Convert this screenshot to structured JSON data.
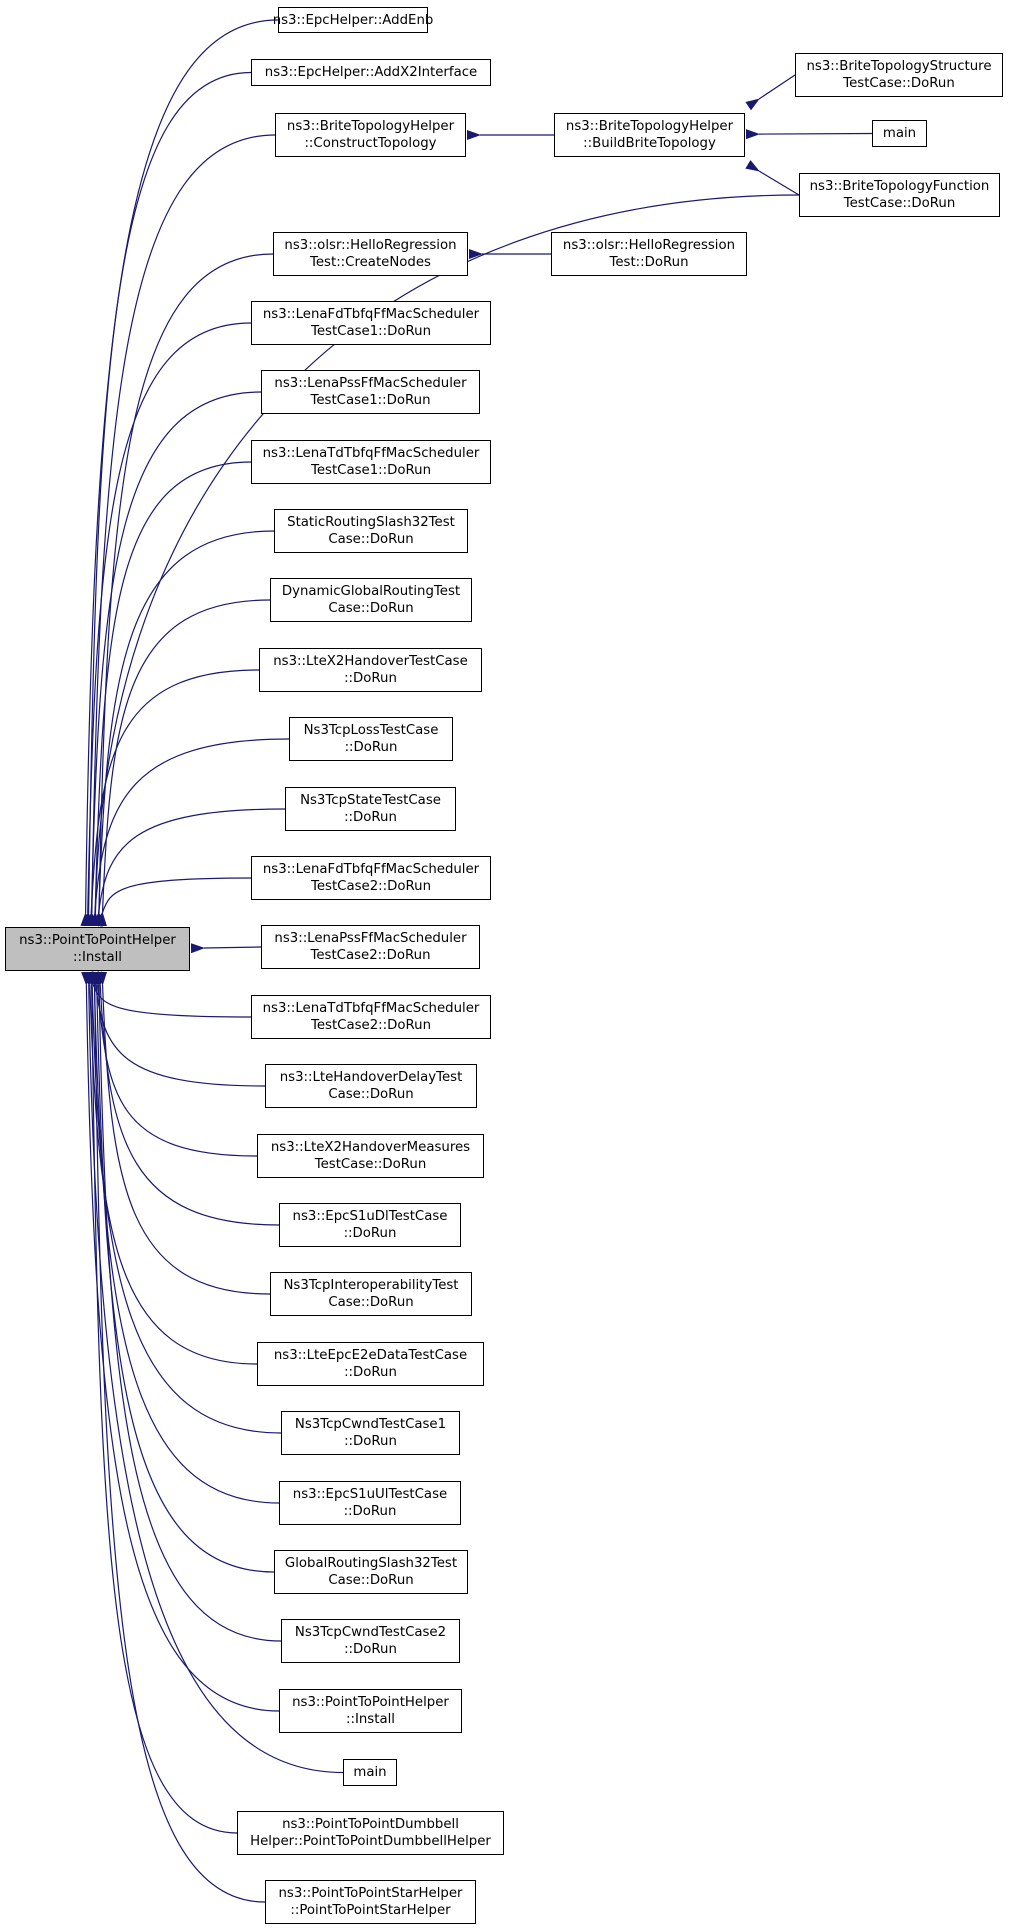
{
  "colors": {
    "edge": "#191970",
    "node_border": "#000000",
    "focus_fill": "#bfbfbf",
    "node_fill": "#ffffff"
  },
  "nodes": {
    "root": {
      "lines": [
        "ns3::PointToPointHelper",
        "::Install"
      ],
      "focus": true
    },
    "n1": {
      "lines": [
        "ns3::EpcHelper::AddEnb"
      ]
    },
    "n2": {
      "lines": [
        "ns3::EpcHelper::AddX2Interface"
      ]
    },
    "n3": {
      "lines": [
        "ns3::BriteTopologyHelper",
        "::ConstructTopology"
      ]
    },
    "n3a": {
      "lines": [
        "ns3::BriteTopologyHelper",
        "::BuildBriteTopology"
      ]
    },
    "n3b": {
      "lines": [
        "ns3::BriteTopologyStructure",
        "TestCase::DoRun"
      ]
    },
    "n3c": {
      "lines": [
        "main"
      ]
    },
    "n3d": {
      "lines": [
        "ns3::BriteTopologyFunction",
        "TestCase::DoRun"
      ]
    },
    "n4": {
      "lines": [
        "ns3::olsr::HelloRegression",
        "Test::CreateNodes"
      ]
    },
    "n4a": {
      "lines": [
        "ns3::olsr::HelloRegression",
        "Test::DoRun"
      ]
    },
    "n5": {
      "lines": [
        "ns3::LenaFdTbfqFfMacScheduler",
        "TestCase1::DoRun"
      ]
    },
    "n6": {
      "lines": [
        "ns3::LenaPssFfMacScheduler",
        "TestCase1::DoRun"
      ]
    },
    "n7": {
      "lines": [
        "ns3::LenaTdTbfqFfMacScheduler",
        "TestCase1::DoRun"
      ]
    },
    "n8": {
      "lines": [
        "StaticRoutingSlash32Test",
        "Case::DoRun"
      ]
    },
    "n9": {
      "lines": [
        "DynamicGlobalRoutingTest",
        "Case::DoRun"
      ]
    },
    "n10": {
      "lines": [
        "ns3::LteX2HandoverTestCase",
        "::DoRun"
      ]
    },
    "n11": {
      "lines": [
        "Ns3TcpLossTestCase",
        "::DoRun"
      ]
    },
    "n12": {
      "lines": [
        "Ns3TcpStateTestCase",
        "::DoRun"
      ]
    },
    "n13": {
      "lines": [
        "ns3::LenaFdTbfqFfMacScheduler",
        "TestCase2::DoRun"
      ]
    },
    "n14": {
      "lines": [
        "ns3::LenaPssFfMacScheduler",
        "TestCase2::DoRun"
      ]
    },
    "n15": {
      "lines": [
        "ns3::LenaTdTbfqFfMacScheduler",
        "TestCase2::DoRun"
      ]
    },
    "n16": {
      "lines": [
        "ns3::LteHandoverDelayTest",
        "Case::DoRun"
      ]
    },
    "n17": {
      "lines": [
        "ns3::LteX2HandoverMeasures",
        "TestCase::DoRun"
      ]
    },
    "n18": {
      "lines": [
        "ns3::EpcS1uDlTestCase",
        "::DoRun"
      ]
    },
    "n19": {
      "lines": [
        "Ns3TcpInteroperabilityTest",
        "Case::DoRun"
      ]
    },
    "n20": {
      "lines": [
        "ns3::LteEpcE2eDataTestCase",
        "::DoRun"
      ]
    },
    "n21": {
      "lines": [
        "Ns3TcpCwndTestCase1",
        "::DoRun"
      ]
    },
    "n22": {
      "lines": [
        "ns3::EpcS1uUlTestCase",
        "::DoRun"
      ]
    },
    "n23": {
      "lines": [
        "GlobalRoutingSlash32Test",
        "Case::DoRun"
      ]
    },
    "n24": {
      "lines": [
        "Ns3TcpCwndTestCase2",
        "::DoRun"
      ]
    },
    "n25": {
      "lines": [
        "ns3::PointToPointHelper",
        "::Install"
      ]
    },
    "n26": {
      "lines": [
        "main"
      ]
    },
    "n27": {
      "lines": [
        "ns3::PointToPointDumbbell",
        "Helper::PointToPointDumbbellHelper"
      ]
    },
    "n28": {
      "lines": [
        "ns3::PointToPointStarHelper",
        "::PointToPointStarHelper"
      ]
    }
  },
  "edges": [
    [
      "root",
      "n1"
    ],
    [
      "root",
      "n2"
    ],
    [
      "root",
      "n3"
    ],
    [
      "root",
      "n3d"
    ],
    [
      "root",
      "n4"
    ],
    [
      "root",
      "n5"
    ],
    [
      "root",
      "n6"
    ],
    [
      "root",
      "n7"
    ],
    [
      "root",
      "n8"
    ],
    [
      "root",
      "n9"
    ],
    [
      "root",
      "n10"
    ],
    [
      "root",
      "n11"
    ],
    [
      "root",
      "n12"
    ],
    [
      "root",
      "n13"
    ],
    [
      "root",
      "n14"
    ],
    [
      "root",
      "n15"
    ],
    [
      "root",
      "n16"
    ],
    [
      "root",
      "n17"
    ],
    [
      "root",
      "n18"
    ],
    [
      "root",
      "n19"
    ],
    [
      "root",
      "n20"
    ],
    [
      "root",
      "n21"
    ],
    [
      "root",
      "n22"
    ],
    [
      "root",
      "n23"
    ],
    [
      "root",
      "n24"
    ],
    [
      "root",
      "n25"
    ],
    [
      "root",
      "n26"
    ],
    [
      "root",
      "n27"
    ],
    [
      "root",
      "n28"
    ],
    [
      "n3",
      "n3a"
    ],
    [
      "n3a",
      "n3b"
    ],
    [
      "n3a",
      "n3c"
    ],
    [
      "n3a",
      "n3d"
    ],
    [
      "n4",
      "n4a"
    ]
  ]
}
